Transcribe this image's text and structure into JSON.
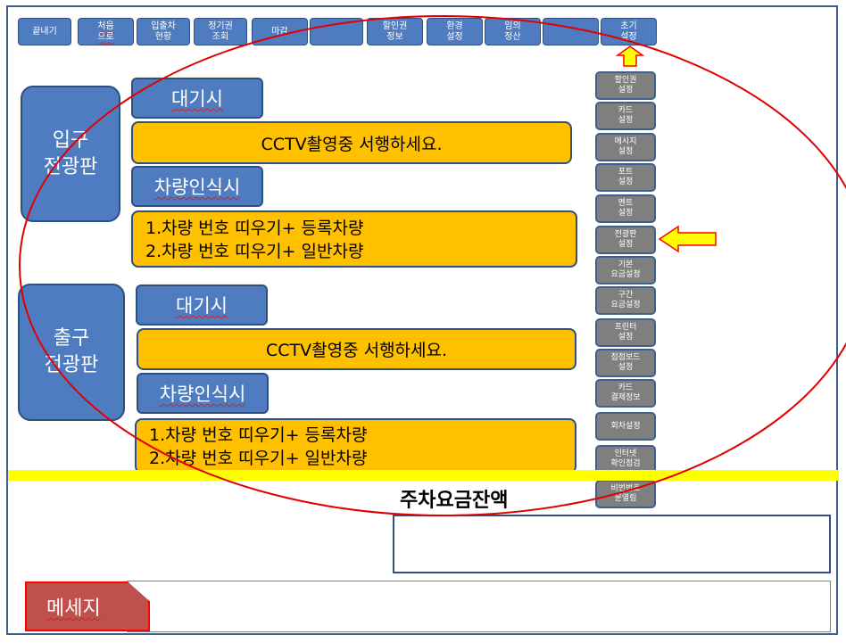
{
  "toolbar": {
    "buttons": [
      "끝내기",
      "처음\n으로",
      "입출차\n현황",
      "정기권\n조회",
      "마감",
      "",
      "할인권\n정보",
      "환경\n설정",
      "임의\n정산",
      "",
      "초기\n설정"
    ]
  },
  "entrance": {
    "label": "입구\n전광판",
    "idle_label": "대기시",
    "idle_message": "CCTV촬영중 서행하세요.",
    "recognized_label": "차량인식시",
    "recognized_lines": [
      "1.차량 번호 띠우기+ 등록차량",
      "2.차량 번호 띠우기+ 일반차량"
    ]
  },
  "exit": {
    "label": "출구\n전광판",
    "idle_label": "대기시",
    "idle_message": "CCTV촬영중 서행하세요.",
    "recognized_label": "차량인식시",
    "recognized_lines": [
      "1.차량 번호 띠우기+ 등록차량",
      "2.차량 번호 띠우기+ 일반차량"
    ]
  },
  "settings_menu": {
    "buttons": [
      "할인권\n설정",
      "카드\n설정",
      "메시지\n설정",
      "포트\n설정",
      "멘트\n설정",
      "전광판\n설정",
      "기본\n요금설정",
      "구간\n요금설정",
      "프린터\n설정",
      "접점보드\n설정",
      "카드\n결제정보",
      "회차설정",
      "인터넷\n확인점검",
      "비번번호\n문열림"
    ]
  },
  "balance": {
    "title": "주차요금잔액",
    "value": ""
  },
  "message": {
    "label": "메세지",
    "text": ""
  },
  "annotation_colors": {
    "ellipse": "#e00000",
    "arrow_fill": "#ffff00",
    "arrow_stroke": "#ff0000"
  }
}
